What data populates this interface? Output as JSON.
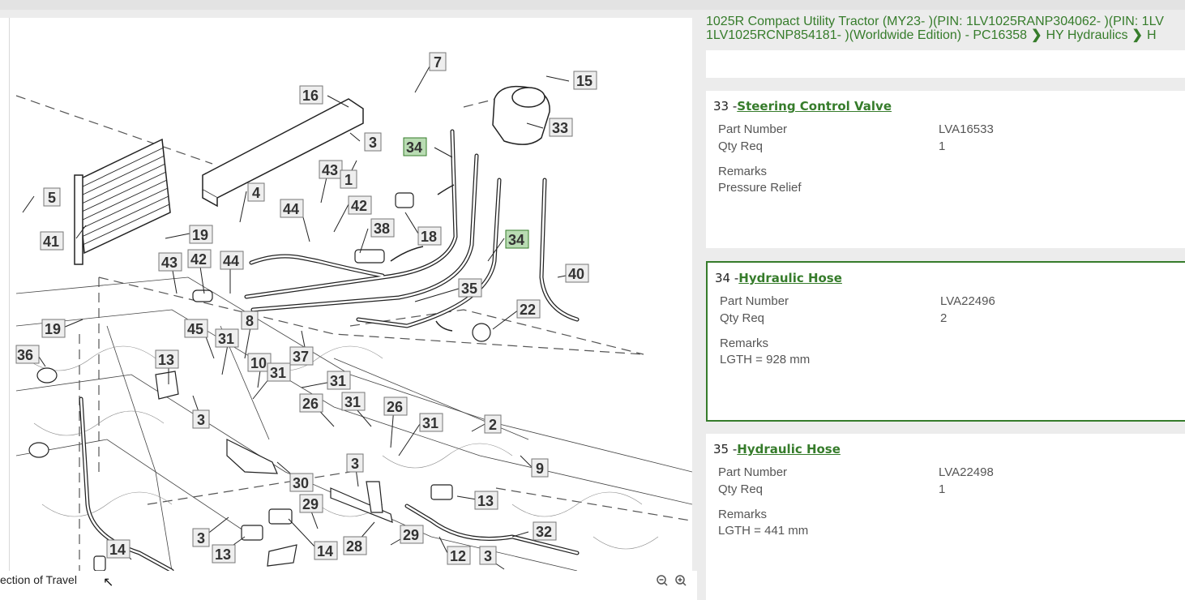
{
  "breadcrumb": {
    "line1": "1025R Compact Utility Tractor (MY23- )(PIN: 1LV1025RANP304062- )(PIN: 1LV",
    "line2_model": "1LV1025RCNP854181- )(Worldwide Edition) - PC16358",
    "sep_icon": "chevron-right-icon",
    "crumb2": "HY Hydraulics",
    "crumb3": "H"
  },
  "diagram": {
    "callouts": [
      "7",
      "15",
      "16",
      "3",
      "33",
      "34",
      "43",
      "1",
      "4",
      "44",
      "42",
      "5",
      "38",
      "18",
      "34",
      "41",
      "19",
      "43",
      "42",
      "44",
      "40",
      "35",
      "22",
      "19",
      "45",
      "31",
      "8",
      "37",
      "36",
      "13",
      "10",
      "31",
      "31",
      "3",
      "26",
      "31",
      "26",
      "31",
      "2",
      "3",
      "9",
      "30",
      "29",
      "13",
      "3",
      "13",
      "14",
      "28",
      "29",
      "32",
      "12",
      "3",
      "14"
    ],
    "direction_label": "ection of Travel",
    "zoom_out_icon": "zoom-out-icon",
    "zoom_in_icon": "zoom-in-icon"
  },
  "parts": [
    {
      "ref": "33 -",
      "name": "Steering Control Valve",
      "part_number_label": "Part Number",
      "part_number": "LVA16533",
      "qty_label": "Qty Req",
      "qty": "1",
      "remarks_label": "Remarks",
      "remarks": "Pressure Relief"
    },
    {
      "ref": "34 -",
      "name": "Hydraulic Hose",
      "part_number_label": "Part Number",
      "part_number": "LVA22496",
      "qty_label": "Qty Req",
      "qty": "2",
      "remarks_label": "Remarks",
      "remarks": "LGTH = 928 mm"
    },
    {
      "ref": "35 -",
      "name": "Hydraulic Hose",
      "part_number_label": "Part Number",
      "part_number": "LVA22498",
      "qty_label": "Qty Req",
      "qty": "1",
      "remarks_label": "Remarks",
      "remarks": "LGTH = 441 mm"
    }
  ],
  "colors": {
    "accent": "#367c2b",
    "highlight": "#b9dcb3"
  }
}
